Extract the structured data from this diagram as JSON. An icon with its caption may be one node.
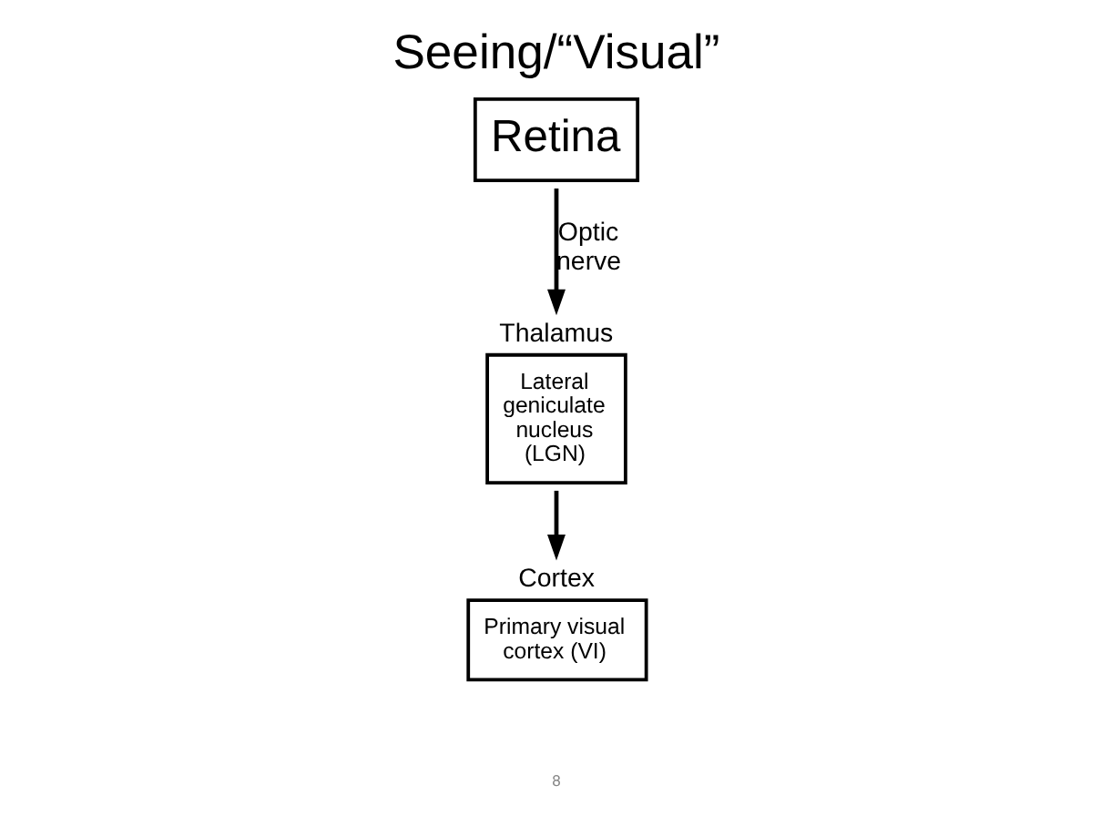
{
  "diagram": {
    "title": "Seeing/“Visual”",
    "nodes": [
      {
        "text": [
          "Retina"
        ]
      },
      {
        "text": [
          "Thalamus",
          "Lateral geniculate nucleus (LGN)"
        ]
      },
      {
        "text": [
          "Cortex",
          "Primary visual cortex (VI)"
        ]
      }
    ],
    "edges": [
      {
        "from": 0,
        "to": 1,
        "arrow": "to",
        "label": "Optic nerve"
      },
      {
        "from": 1,
        "to": 2,
        "arrow": "to"
      }
    ],
    "labels": [
      "8"
    ]
  }
}
